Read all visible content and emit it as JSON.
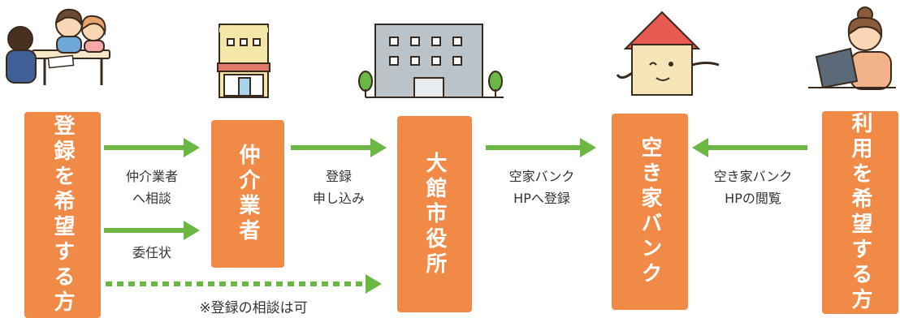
{
  "colors": {
    "box": "#f08a46",
    "arrow": "#6bb743"
  },
  "boxes": {
    "applicant": "登録を希望する方",
    "broker": "仲介業者",
    "city_hall": "大館市役所",
    "akiya_bank": "空き家バンク",
    "user": "利用を希望する方"
  },
  "labels": {
    "consult": "仲介業者\nへ相談",
    "mandate": "委任状",
    "apply": "登録\n申し込み",
    "register_hp": "空家バンク\nHPへ登録",
    "browse_hp": "空き家バンク\nHPの閲覧",
    "note": "※登録の相談は可"
  },
  "icons": [
    "consultation-people-icon",
    "broker-shop-icon",
    "city-hall-building-icon",
    "house-character-icon",
    "laptop-user-icon"
  ]
}
